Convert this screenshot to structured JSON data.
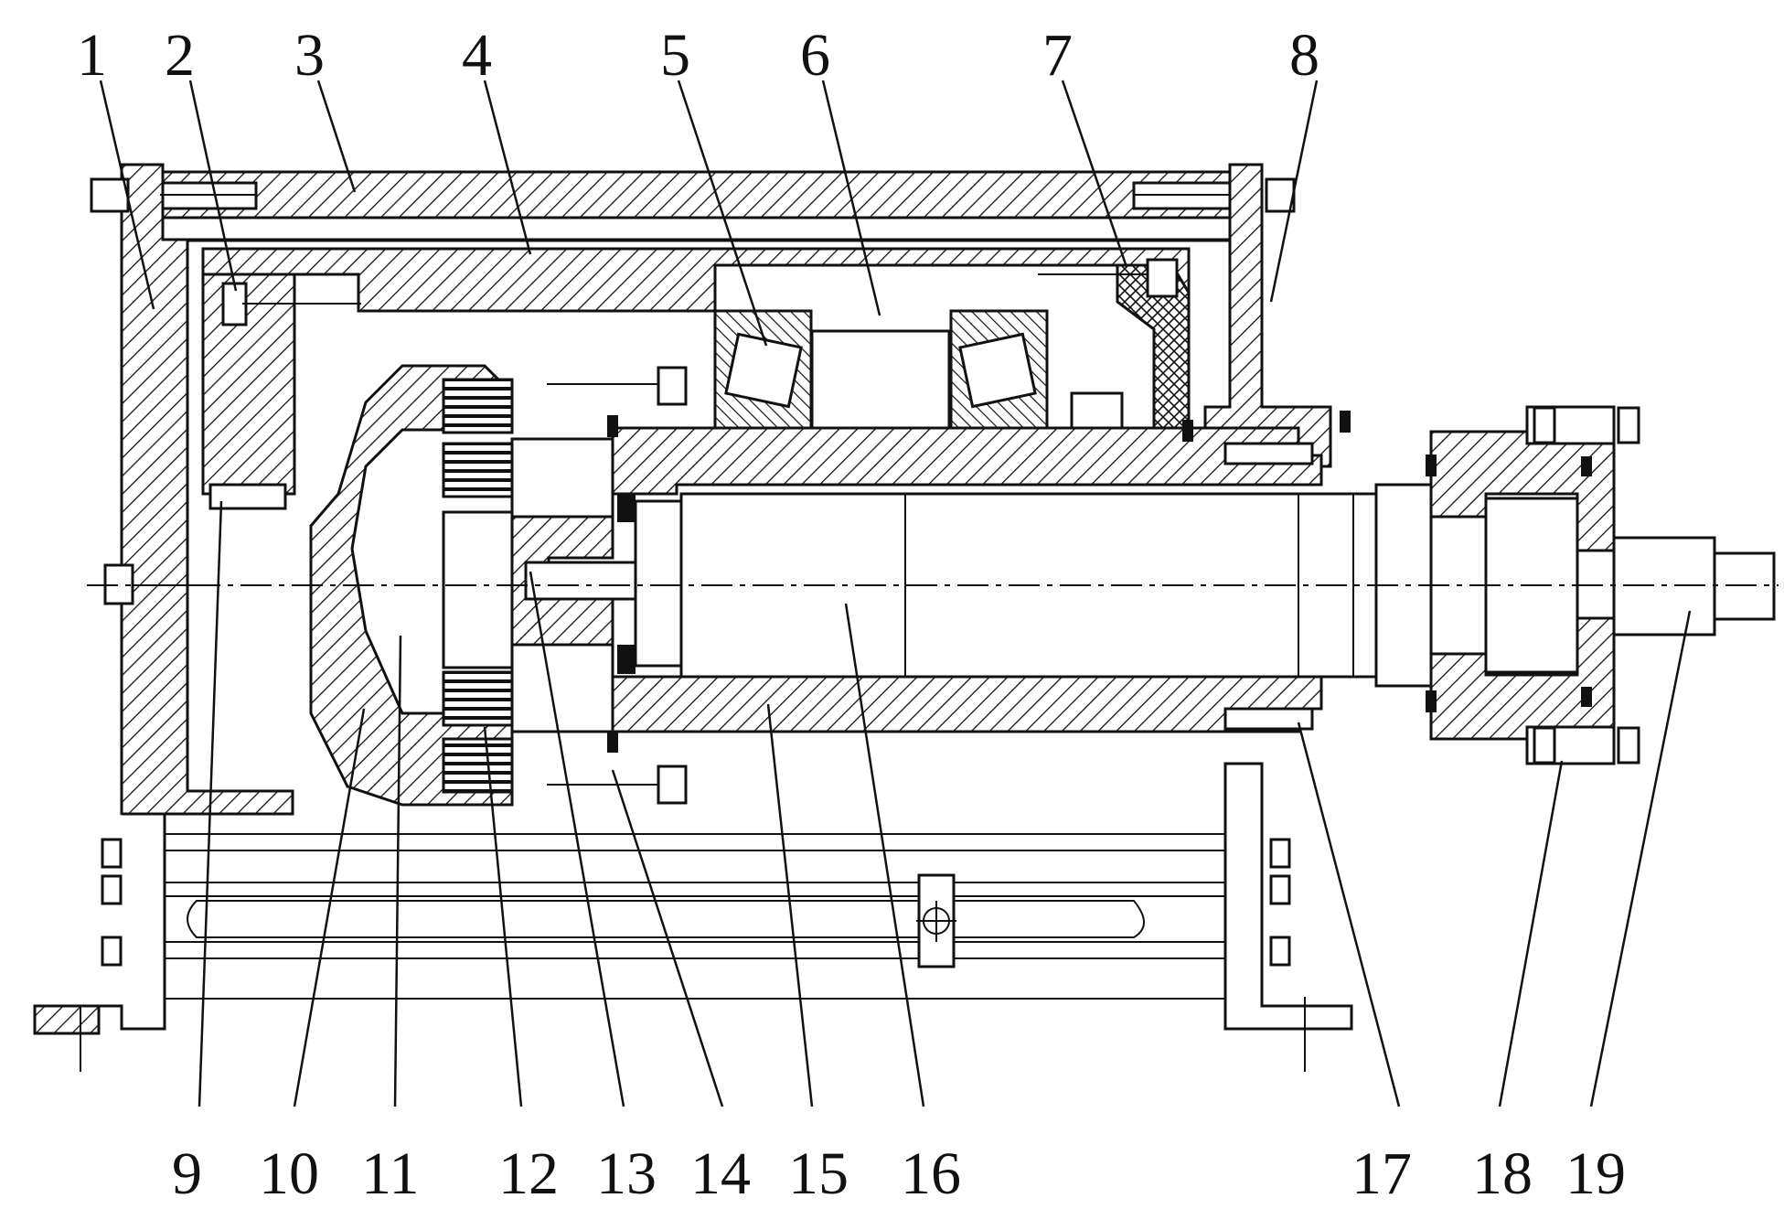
{
  "callouts": [
    {
      "id": "1",
      "label": "1"
    },
    {
      "id": "2",
      "label": "2"
    },
    {
      "id": "3",
      "label": "3"
    },
    {
      "id": "4",
      "label": "4"
    },
    {
      "id": "5",
      "label": "5"
    },
    {
      "id": "6",
      "label": "6"
    },
    {
      "id": "7",
      "label": "7"
    },
    {
      "id": "8",
      "label": "8"
    },
    {
      "id": "9",
      "label": "9"
    },
    {
      "id": "10",
      "label": "10"
    },
    {
      "id": "11",
      "label": "11"
    },
    {
      "id": "12",
      "label": "12"
    },
    {
      "id": "13",
      "label": "13"
    },
    {
      "id": "14",
      "label": "14"
    },
    {
      "id": "15",
      "label": "15"
    },
    {
      "id": "16",
      "label": "16"
    },
    {
      "id": "17",
      "label": "17"
    },
    {
      "id": "18",
      "label": "18"
    },
    {
      "id": "19",
      "label": "19"
    }
  ],
  "colors": {
    "ink": "#111111",
    "paper": "#ffffff"
  }
}
